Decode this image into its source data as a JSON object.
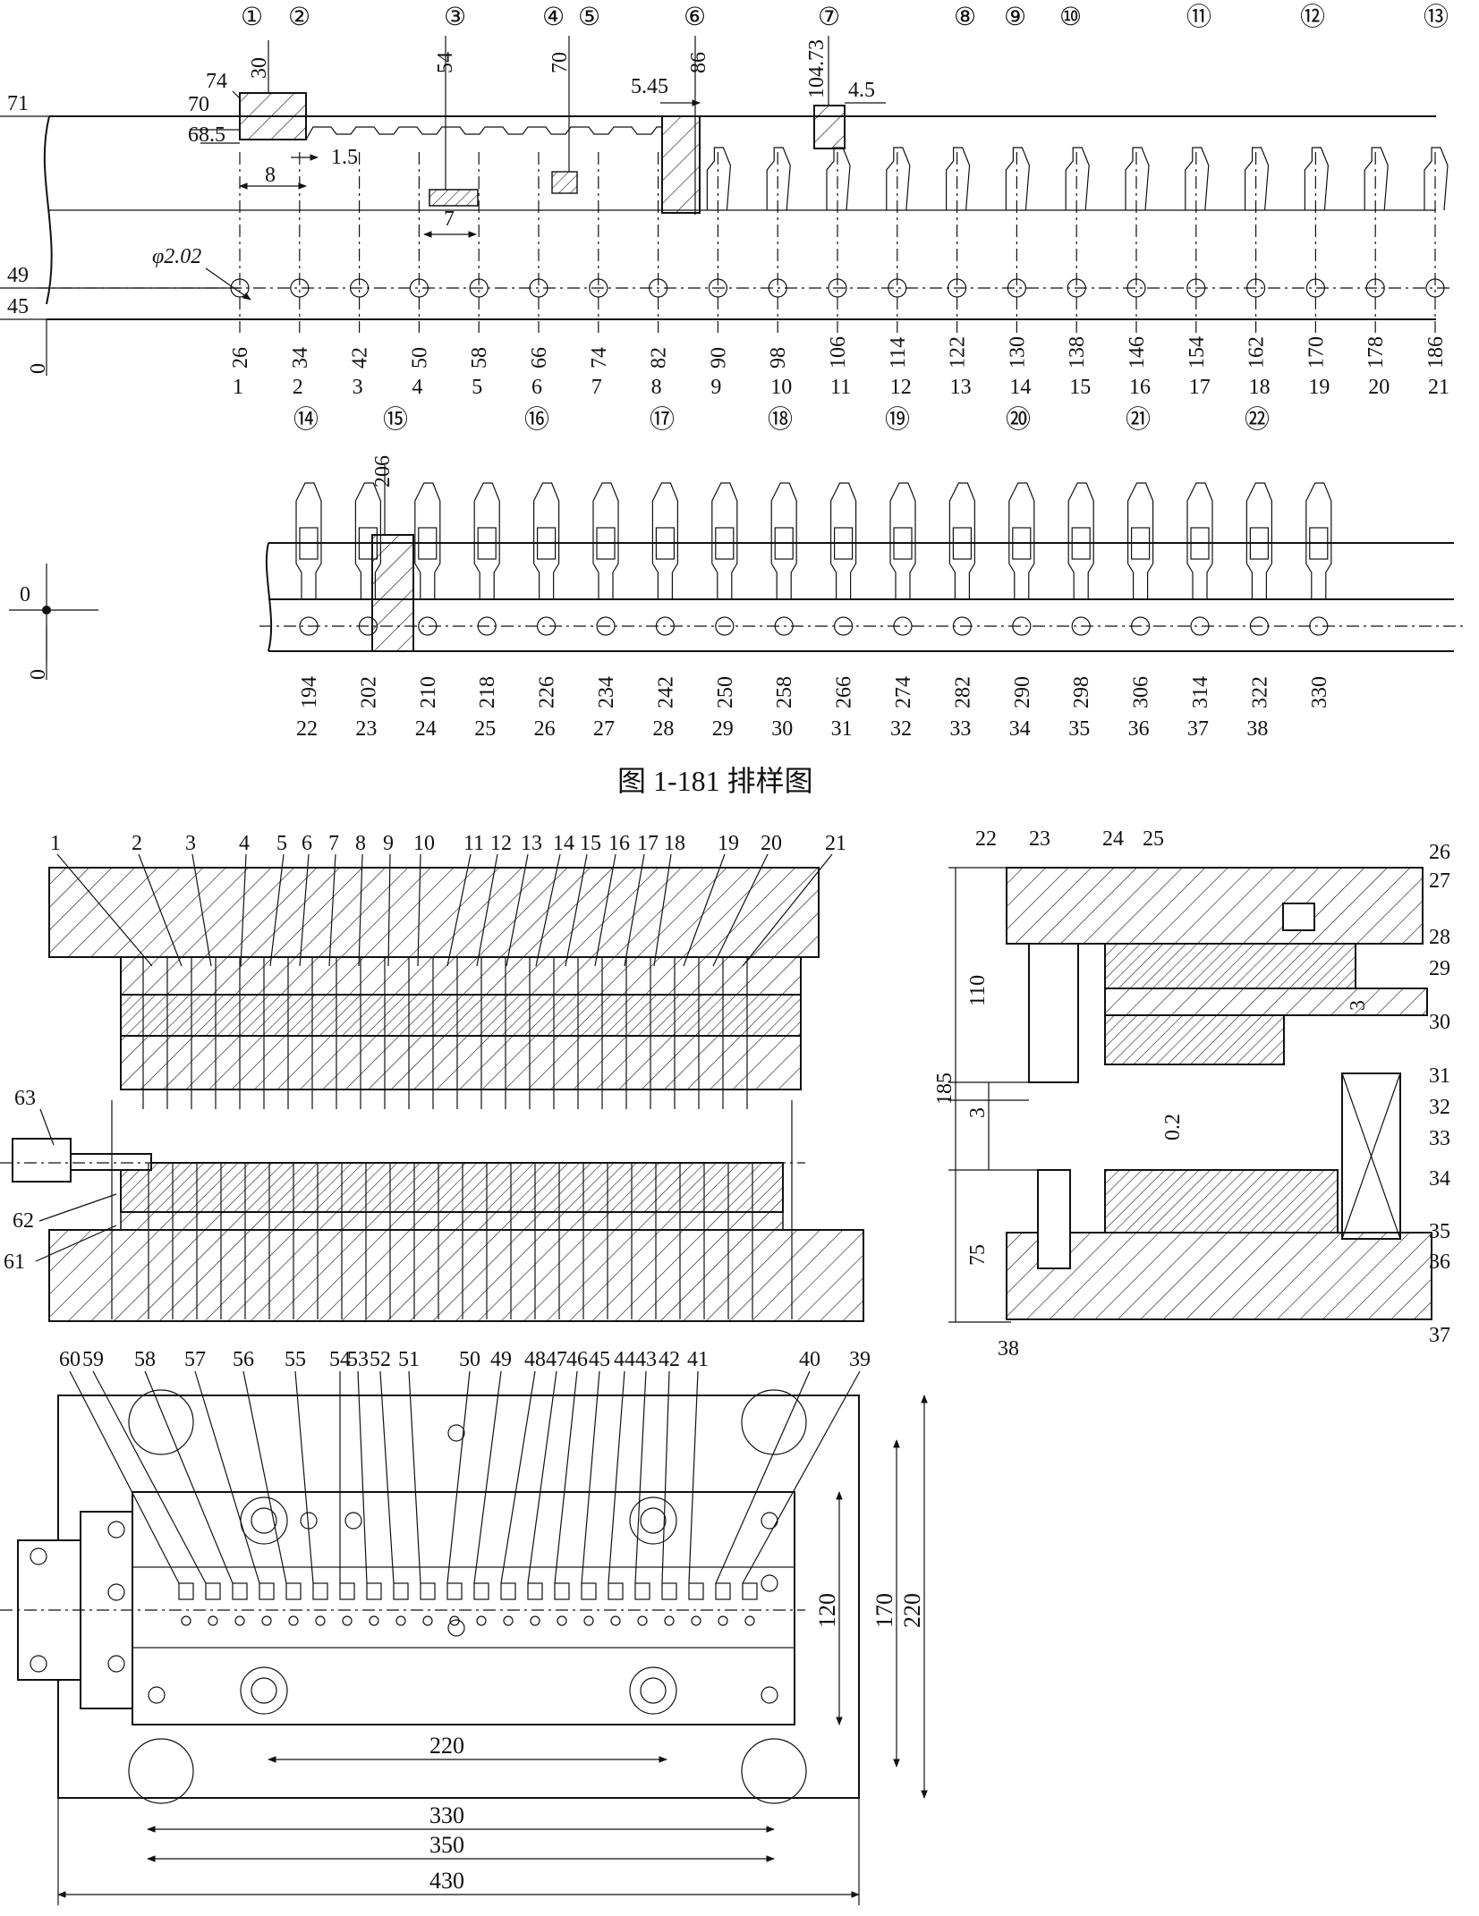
{
  "strip_layout": {
    "caption": "图 1-181    排样图",
    "row1": {
      "station_circled": [
        "①",
        "②",
        "③",
        "④",
        "⑤",
        "⑥",
        "⑦",
        "⑧",
        "⑨",
        "⑩",
        "⑪",
        "⑫",
        "⑬"
      ],
      "positions": [
        "26",
        "34",
        "42",
        "50",
        "58",
        "66",
        "74",
        "82",
        "90",
        "98",
        "106",
        "114",
        "122",
        "130",
        "138",
        "146",
        "154",
        "162",
        "170",
        "178",
        "186"
      ],
      "pilot_numbers": [
        "1",
        "2",
        "3",
        "4",
        "5",
        "6",
        "7",
        "8",
        "9",
        "10",
        "11",
        "12",
        "13",
        "14",
        "15",
        "16",
        "17",
        "18",
        "19",
        "20",
        "21"
      ],
      "dims": {
        "d71": "71",
        "d74": "74",
        "d70": "70",
        "d685": "68.5",
        "d30": "30",
        "d8": "8",
        "d15": "1.5",
        "d54": "54",
        "d7": "7",
        "d70b": "70",
        "d545": "5.45",
        "d86": "86",
        "d10473": "104.73",
        "d45": "4.5",
        "d49": "49",
        "d45b": "45",
        "d0": "0",
        "phi": "φ2.02"
      }
    },
    "row2": {
      "station_circled": [
        "⑭",
        "⑮",
        "⑯",
        "⑰",
        "⑱",
        "⑲",
        "⑳",
        "㉑",
        "㉒"
      ],
      "positions": [
        "194",
        "202",
        "210",
        "218",
        "226",
        "234",
        "242",
        "250",
        "258",
        "266",
        "274",
        "282",
        "290",
        "298",
        "306",
        "314",
        "322",
        "330"
      ],
      "pilot_numbers": [
        "22",
        "23",
        "24",
        "25",
        "26",
        "27",
        "28",
        "29",
        "30",
        "31",
        "32",
        "33",
        "34",
        "35",
        "36",
        "37",
        "38"
      ],
      "dims": {
        "d206": "206",
        "d0a": "0",
        "d0b": "0"
      }
    }
  },
  "die_front": {
    "part_labels_top": [
      "1",
      "2",
      "3",
      "4",
      "5",
      "6",
      "7",
      "8",
      "9",
      "10",
      "11",
      "12",
      "13",
      "14",
      "15",
      "16",
      "17",
      "18",
      "19",
      "20",
      "21"
    ],
    "part_labels_left": [
      "63",
      "62",
      "61"
    ]
  },
  "die_side": {
    "part_labels": [
      "22",
      "23",
      "24",
      "25",
      "26",
      "27",
      "28",
      "29",
      "30",
      "31",
      "32",
      "33",
      "34",
      "35",
      "36",
      "37",
      "38"
    ],
    "dims": {
      "h185": "185",
      "h110": "110",
      "h3": "3",
      "h3b": "3",
      "h02": "0.2",
      "h75": "75"
    }
  },
  "die_plan": {
    "part_labels_top": [
      "60",
      "59",
      "58",
      "57",
      "56",
      "55",
      "54",
      "53",
      "52",
      "51",
      "50",
      "49",
      "48",
      "47",
      "46",
      "45",
      "44",
      "43",
      "42",
      "41",
      "40",
      "39"
    ],
    "dims": {
      "w220": "220",
      "w330": "330",
      "w350": "350",
      "w430": "430",
      "h120": "120",
      "h170": "170",
      "h220": "220"
    }
  },
  "colors": {
    "ink": "#111111",
    "paper": "#ffffff"
  }
}
